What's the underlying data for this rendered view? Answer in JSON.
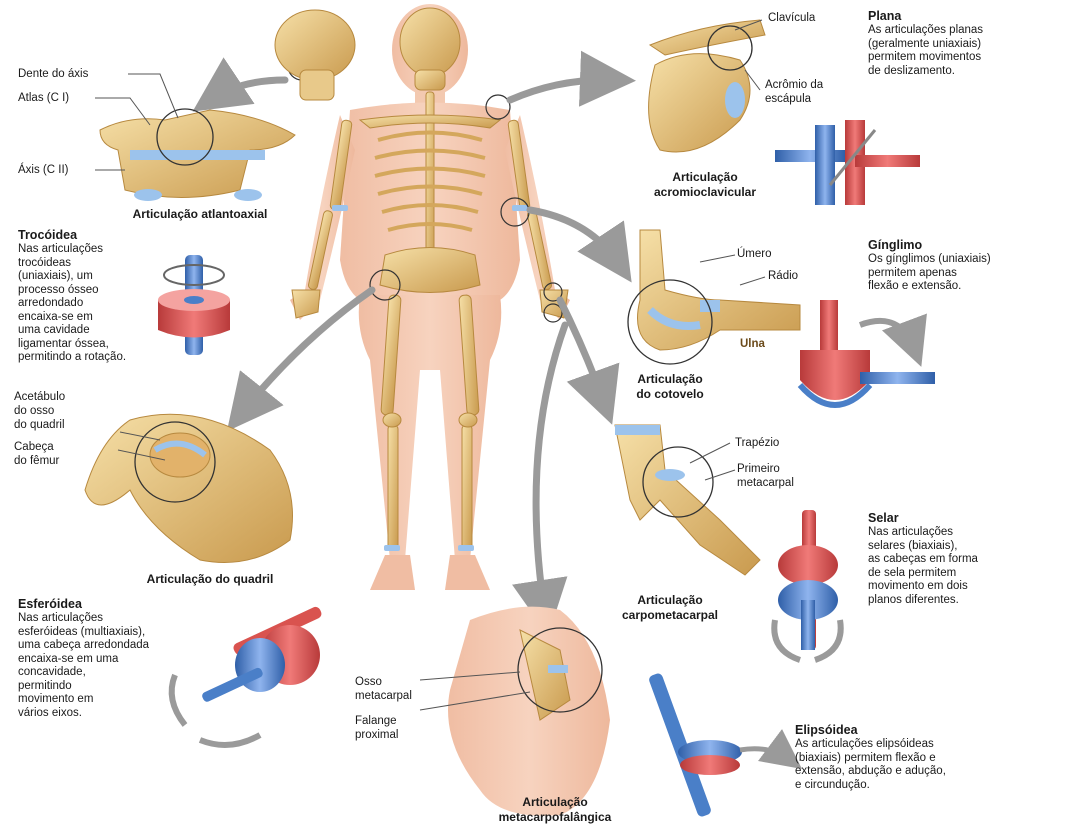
{
  "atlantoaxial": {
    "labels": [
      "Dente do áxis",
      "Atlas (C I)",
      "Áxis (C II)"
    ],
    "caption": "Articulação atlantoaxial"
  },
  "trocoidea": {
    "title": "Trocóidea",
    "desc": [
      "Nas articulações",
      "trocóideas",
      "(uniaxiais), um",
      "processo ósseo",
      "arredondado",
      "encaixa-se em",
      "uma cavidade",
      "ligamentar óssea,",
      "permitindo a rotação."
    ]
  },
  "quadril": {
    "labels": [
      "Acetábulo",
      "do osso",
      "do quadril",
      "Cabeça",
      "do fêmur"
    ],
    "caption": "Articulação do quadril"
  },
  "esferoidea": {
    "title": "Esferóidea",
    "desc": [
      "Nas articulações",
      "esferóideas (multiaxiais),",
      "uma cabeça arredondada",
      "encaixa-se em uma",
      "concavidade,",
      "permitindo",
      "movimento em",
      "vários eixos."
    ]
  },
  "acromio": {
    "labels": [
      "Clavícula",
      "Acrômio da",
      "escápula"
    ],
    "caption": [
      "Articulação",
      "acromioclavicular"
    ]
  },
  "plana": {
    "title": "Plana",
    "desc": [
      "As articulações planas",
      "(geralmente uniaxiais)",
      "permitem movimentos",
      "de deslizamento."
    ]
  },
  "cotovelo": {
    "labels": [
      "Úmero",
      "Rádio",
      "Ulna"
    ],
    "caption": [
      "Articulação",
      "do cotovelo"
    ]
  },
  "ginglimo": {
    "title": "Gínglimo",
    "desc": [
      "Os gínglimos (uniaxiais)",
      "permitem apenas",
      "flexão e extensão."
    ]
  },
  "carpo": {
    "labels": [
      "Trapézio",
      "Primeiro",
      "metacarpal"
    ],
    "caption": [
      "Articulação",
      "carpometacarpal"
    ]
  },
  "selar": {
    "title": "Selar",
    "desc": [
      "Nas articulações",
      "selares (biaxiais),",
      "as cabeças em forma",
      "de sela permitem",
      "movimento em dois",
      "planos diferentes."
    ]
  },
  "metacarpo": {
    "labels": [
      "Osso",
      "metacarpal",
      "Falange",
      "proximal"
    ],
    "caption": [
      "Articulação",
      "metacarpofalângica"
    ]
  },
  "elipsoidea": {
    "title": "Elipsóidea",
    "desc": [
      "As articulações elipsóideas",
      "(biaxiais) permitem flexão e",
      "extensão, abdução e adução,",
      "e circundução."
    ]
  },
  "colors": {
    "bone": "#e8c98a",
    "bone_dark": "#c9a25a",
    "skin": "#f3c9b0",
    "red": "#d9534f",
    "blue": "#4a7fc8",
    "arrow": "#9a9a9a"
  }
}
